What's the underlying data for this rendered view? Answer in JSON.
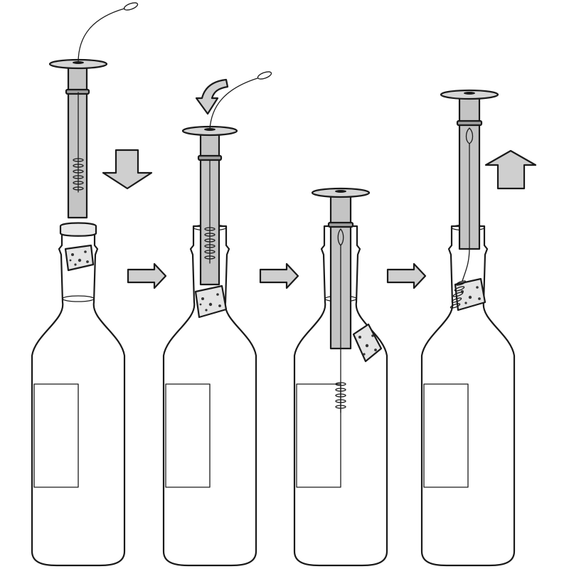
{
  "steps": [
    {
      "id": 1,
      "tool_action": "insert",
      "arrow": "down-arrow-icon"
    },
    {
      "id": 2,
      "tool_action": "push-through",
      "arrow": "curved-down-arrow-icon"
    },
    {
      "id": 3,
      "tool_action": "drop-cork",
      "arrow": null
    },
    {
      "id": 4,
      "tool_action": "pull-out",
      "arrow": "up-arrow-icon"
    }
  ],
  "colors": {
    "outline": "#1a1a1a",
    "bottle_fill": "#ffffff",
    "tool_fill": "#c4c4c4",
    "arrow_fill": "#cfcfcf",
    "cork_fill": "#e4e4e4",
    "cork_spots": "#333333"
  },
  "transitions": [
    "right-arrow-icon",
    "right-arrow-icon",
    "right-arrow-icon"
  ]
}
